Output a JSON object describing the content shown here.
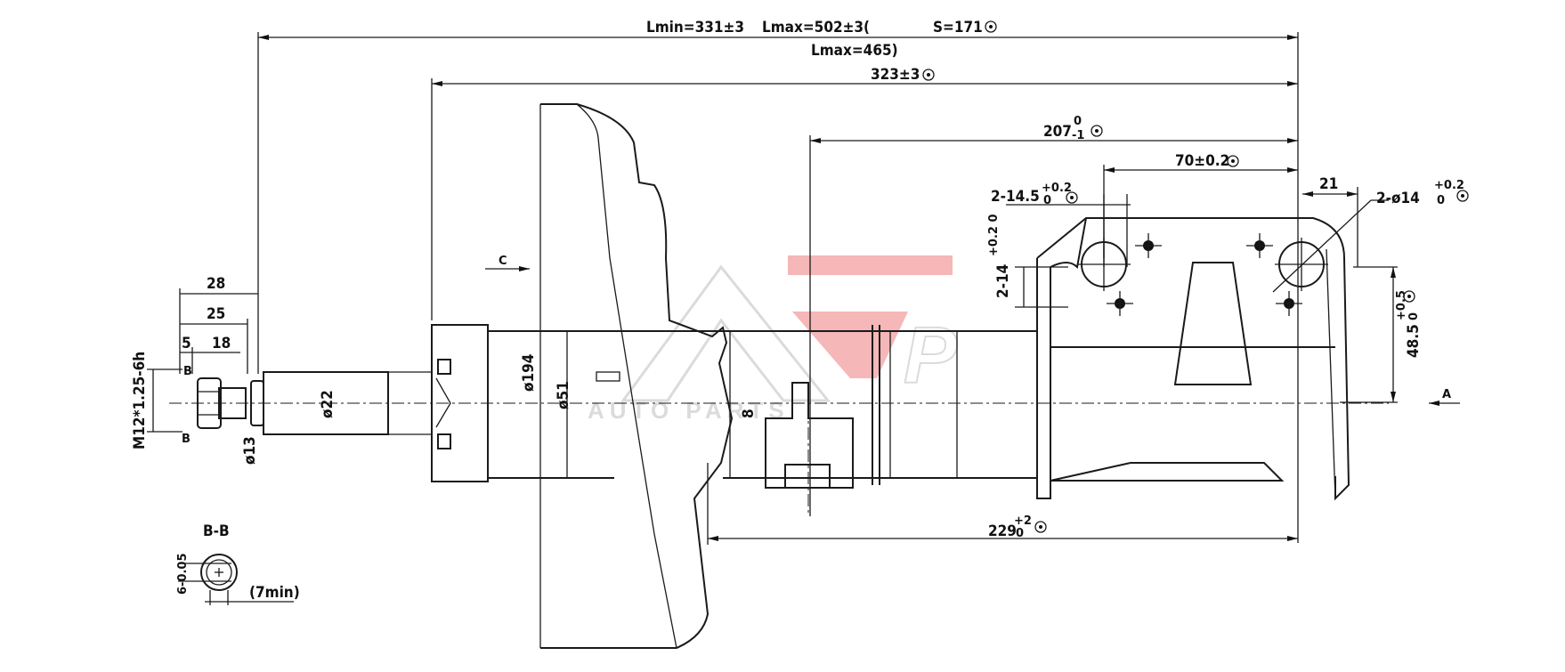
{
  "dimensions": {
    "lmin": "Lmin=331±3",
    "lmax": "Lmax=502±3(",
    "stroke": "S=171",
    "lmax2": "Lmax=465)",
    "d323": "323±3",
    "d207": "207",
    "d207_tol_upper": "0",
    "d207_tol_lower": "-1",
    "d70": "70±0.2",
    "hole_slot": "2-14.5",
    "hole_slot_tol_upper": "+0.2",
    "hole_slot_tol_lower": "0",
    "hole_slot_v": "2-14",
    "hole_slot_v_tol": "+0.2 0",
    "d21": "21",
    "hole_round": "2-ø14",
    "hole_round_tol_upper": "+0.2",
    "hole_round_tol_lower": "0",
    "d48": "48.5",
    "d48_tol_upper": "+0.5",
    "d48_tol_lower": "0",
    "d229": "229",
    "d229_tol_upper": "+2",
    "d229_tol_lower": "0",
    "d28": "28",
    "d25": "25",
    "d5": "5",
    "d18": "18",
    "thread": "M12*1.25-6h",
    "dia13": "ø13",
    "dia22": "ø22",
    "dia194": "ø194",
    "dia51": "ø51",
    "d8": "8"
  },
  "labels": {
    "view_c": "C",
    "view_a": "A",
    "section_b_top": "B",
    "section_b_bottom": "B",
    "section_title": "B-B",
    "section_dim": "6-0.05",
    "section_min": "(7min)"
  },
  "watermark": {
    "text": "AUTO PARTS",
    "logo_letters": "P"
  },
  "colors": {
    "line": "#1a1a1a",
    "watermark_red": "#f2a0a0",
    "watermark_gray": "#cfcfcf"
  }
}
